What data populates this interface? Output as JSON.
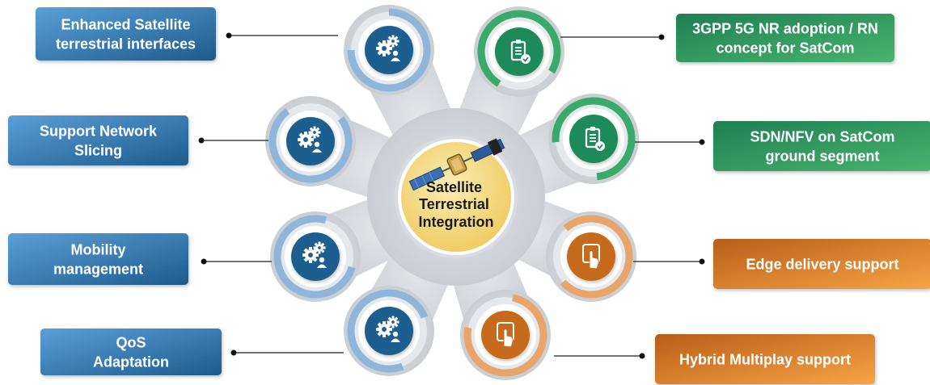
{
  "center": {
    "lines": [
      "Satellite",
      "Terrestrial",
      "Integration"
    ],
    "icon": "satellite-icon"
  },
  "items": [
    {
      "id": "enhanced-satellite-terrestrial-interfaces",
      "group": "blue",
      "icon": "gears-user-icon",
      "lines": [
        "Enhanced Satellite",
        "terrestrial interfaces"
      ]
    },
    {
      "id": "support-network-slicing",
      "group": "blue",
      "icon": "gears-user-icon",
      "lines": [
        "Support Network",
        "Slicing"
      ]
    },
    {
      "id": "mobility-management",
      "group": "blue",
      "icon": "gears-user-icon",
      "lines": [
        "Mobility",
        "management"
      ]
    },
    {
      "id": "qos-adaptation",
      "group": "blue",
      "icon": "gears-user-icon",
      "lines": [
        "QoS",
        "Adaptation"
      ]
    },
    {
      "id": "3gpp-5g-nr-adoption",
      "group": "green",
      "icon": "clipboard-check-icon",
      "lines": [
        "3GPP 5G NR adoption / RN",
        "concept for SatCom"
      ]
    },
    {
      "id": "sdn-nfv-satcom-ground",
      "group": "green",
      "icon": "clipboard-check-icon",
      "lines": [
        "SDN/NFV  on SatCom",
        "ground segment"
      ]
    },
    {
      "id": "edge-delivery-support",
      "group": "orange",
      "icon": "hand-tap-icon",
      "lines": [
        "Edge delivery support"
      ]
    },
    {
      "id": "hybrid-multiplay-support",
      "group": "orange",
      "icon": "hand-tap-icon",
      "lines": [
        "Hybrid Multiplay  support"
      ]
    }
  ],
  "colors": {
    "blue_dark": "#1e5f8f",
    "blue_light": "#4a8fcc",
    "green_dark": "#1f8a5a",
    "green_light": "#3aaa6a",
    "orange_dark": "#c66a1e",
    "orange_light": "#f49e3c",
    "hub": "#f2d97a",
    "petal": "#cfd3d7"
  }
}
